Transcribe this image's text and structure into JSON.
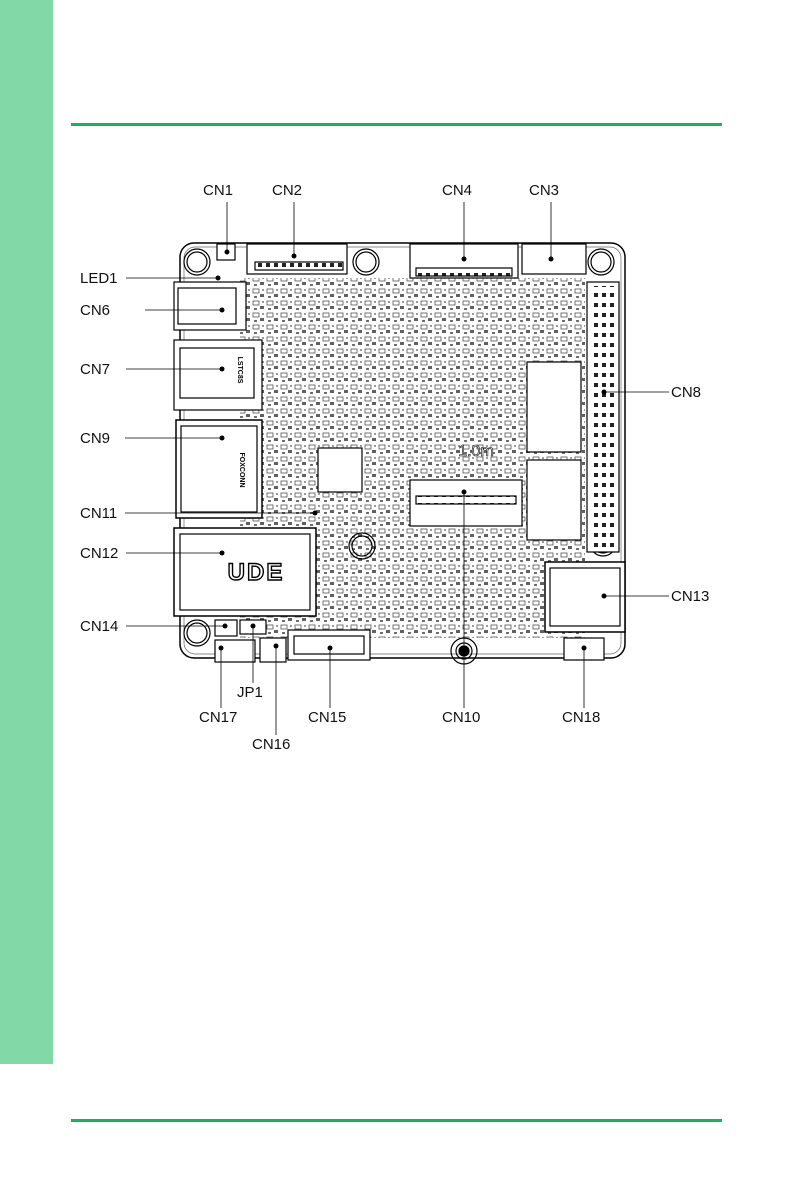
{
  "page": {
    "accent_color": "#1fae5d",
    "sidebar_color": "#82d8a6"
  },
  "figure": {
    "labels": {
      "cn1": "CN1",
      "cn2": "CN2",
      "cn4": "CN4",
      "cn3": "CN3",
      "led1": "LED1",
      "cn6": "CN6",
      "cn7": "CN7",
      "cn9": "CN9",
      "cn11": "CN11",
      "cn12": "CN12",
      "cn14": "CN14",
      "cn8": "CN8",
      "cn13": "CN13",
      "jp1": "JP1",
      "cn17": "CN17",
      "cn16": "CN16",
      "cn15": "CN15",
      "cn10": "CN10",
      "cn18": "CN18"
    },
    "silkscreen": {
      "ethernet_brand": "UDE",
      "cn7_part": "LSTC8S",
      "cn9_part": "FOXCONN",
      "board_mark": "1.0m"
    }
  }
}
